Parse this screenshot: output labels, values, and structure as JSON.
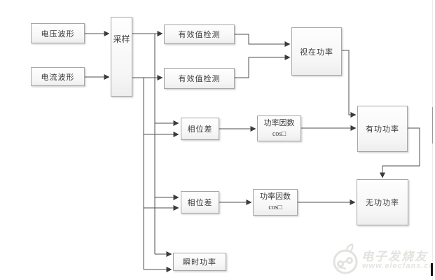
{
  "diagram": {
    "nodes": {
      "voltage": {
        "label": "电压波形"
      },
      "current": {
        "label": "电流波形"
      },
      "sampling": {
        "label": "采样"
      },
      "rms1": {
        "label": "有效值检测"
      },
      "rms2": {
        "label": "有效值检测"
      },
      "apparent": {
        "label": "视在功率"
      },
      "phase1": {
        "label": "相位差"
      },
      "pf1": {
        "line1": "功率因数",
        "line2": "cos□"
      },
      "phase2": {
        "label": "相位差"
      },
      "pf2": {
        "line1": "功率因数",
        "line2": "cos□"
      },
      "instant": {
        "label": "瞬时功率"
      },
      "active": {
        "label": "有功功率"
      },
      "reactive": {
        "label": "无功功率"
      }
    },
    "colors": {
      "box_border": "#a6a6a6",
      "box_fill_top": "#fefefe",
      "box_fill_bottom": "#eeeeee",
      "line": "#4f4f4f",
      "text": "#3a3a3a",
      "watermark": "#e3e3e0"
    }
  },
  "watermark": {
    "brand": "电子发烧友",
    "url": "www.elecfans.com"
  }
}
